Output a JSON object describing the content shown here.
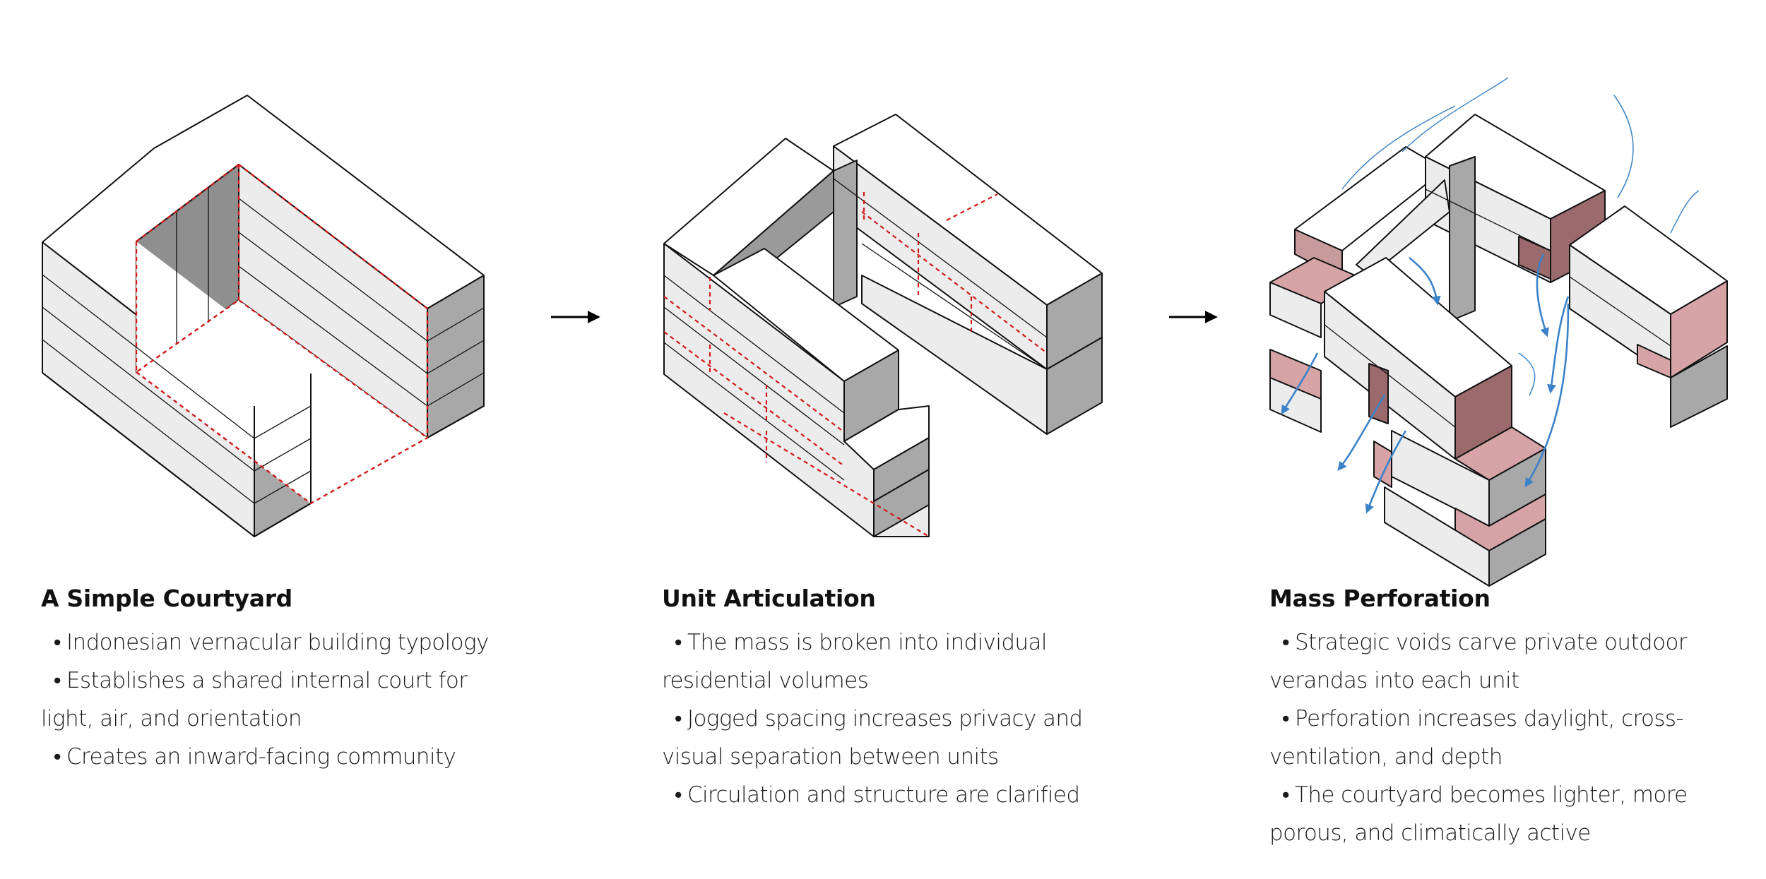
{
  "stages": [
    {
      "title": "A Simple Courtyard",
      "bullets": [
        "Indonesian vernacular building typology",
        "Establishes a shared internal court for light, air, and orientation",
        "Creates an inward-facing community"
      ]
    },
    {
      "title": "Unit Articulation",
      "bullets": [
        "The mass is broken into individual residential volumes",
        "Jogged spacing increases privacy and visual separation between units",
        "Circulation and structure are clarified"
      ]
    },
    {
      "title": "Mass Perforation",
      "bullets": [
        "Strategic voids carve private outdoor verandas into each unit",
        "Perforation increases daylight, cross-ventilation, and depth",
        "The courtyard becomes lighter, more porous, and climatically active"
      ]
    }
  ],
  "bullet_glyph": "•",
  "colors": {
    "outline": "#111111",
    "top_face": "#ffffff",
    "left_face": "#ececec",
    "right_face": "#a8a8a8",
    "inner_shadow": "#9a9a9a",
    "dashed_red": "#d01818",
    "void_pink": "#d6a4a6",
    "void_dark": "#9b6a6c",
    "airflow_blue": "#3b82c9",
    "arrow": "#000000"
  }
}
